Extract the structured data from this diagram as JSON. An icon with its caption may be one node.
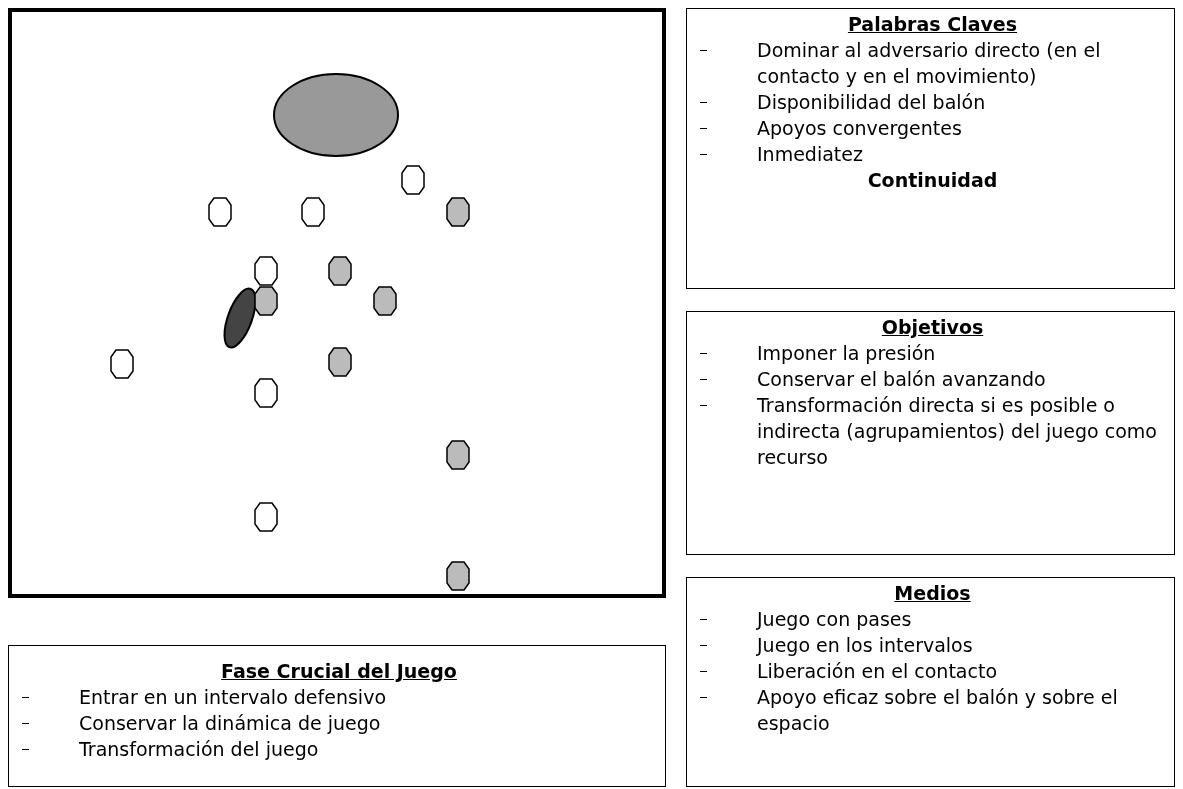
{
  "diagram": {
    "nodes": [
      {
        "text": [
          "Palabras Claves",
          "Dominar al adversario directo (en el contacto y en el movimiento)",
          "Disponibilidad del balón",
          "Apoyos convergentes",
          "Inmediatez",
          "Continuidad"
        ]
      },
      {
        "text": [
          "Objetivos",
          "Imponer la presión",
          "Conservar el balón avanzando",
          "Transformación directa si es posible o indirecta (agrupamientos) del juego como recurso"
        ]
      },
      {
        "text": [
          "Medios",
          "Juego con pases",
          "Juego en los intervalos",
          "Liberación en el contacto",
          "Apoyo eficaz sobre el balón y sobre el espacio"
        ]
      },
      {
        "text": [
          "Fase Crucial del Juego",
          "Entrar en un intervalo defensivo",
          "Conservar la dinámica de juego",
          "Transformación del juego"
        ]
      }
    ]
  }
}
